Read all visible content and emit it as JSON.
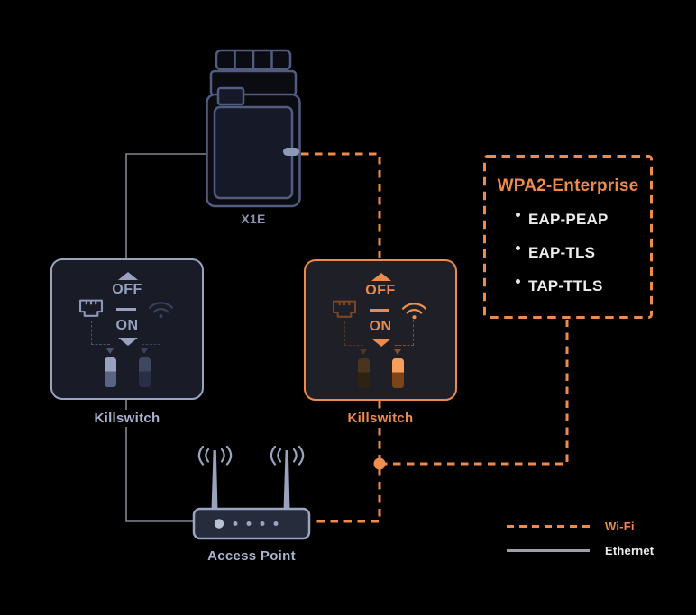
{
  "nodes": {
    "x1e": {
      "label": "X1E"
    },
    "killswitch_ethernet": {
      "label": "Killswitch",
      "off_label": "OFF",
      "on_label": "ON",
      "state": "ethernet-on"
    },
    "killswitch_wifi": {
      "label": "Killswitch",
      "off_label": "OFF",
      "on_label": "ON",
      "state": "wifi-on"
    },
    "access_point": {
      "label": "Access Point"
    }
  },
  "wpa2": {
    "title": "WPA2-Enterprise",
    "items": [
      "EAP-PEAP",
      "EAP-TLS",
      "TAP-TTLS"
    ]
  },
  "legend": {
    "wifi_label": "Wi-Fi",
    "ethernet_label": "Ethernet"
  },
  "colors": {
    "wifi_accent": "#ED8A4C",
    "ethernet_line": "#83868F",
    "panel_blue": "#99A3C0",
    "background": "#000000"
  }
}
